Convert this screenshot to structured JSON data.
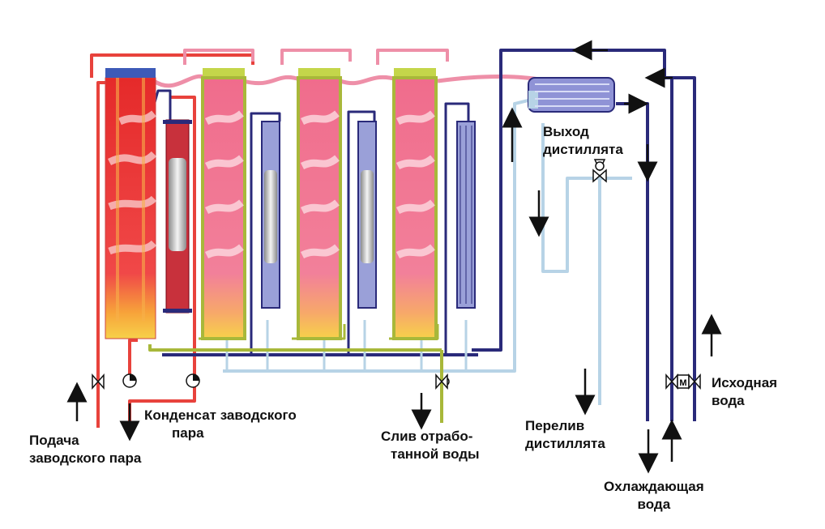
{
  "labels": {
    "feed_steam": {
      "line1": "Подача",
      "line2": "заводского пара"
    },
    "condensate": {
      "line1": "Конденсат заводского",
      "line2": "пара"
    },
    "waste_drain": {
      "line1": "Слив отрабо-",
      "line2": "танной воды"
    },
    "distillate_out": {
      "line1": "Выход",
      "line2": "дистиллята"
    },
    "distillate_over": {
      "line1": "Перелив",
      "line2": "дистиллята"
    },
    "cooling_water": {
      "line1": "Охлаждающая",
      "line2": "вода"
    },
    "feed_water": {
      "line1": "Исходная",
      "line2": "вода"
    },
    "motor_valve_mark": "M"
  },
  "colors": {
    "steam": "#e8423c",
    "condensate_pink": "#e87c9a",
    "pink_pipe": "#ee8fa8",
    "cooling": "#2a2a7a",
    "distillate": "#b7d3e6",
    "waste": "#a8b83a",
    "column_top_yellowgreen": "#c4d64a",
    "column_top_blue": "#3d5ab8",
    "heater_glow": "#f7c93a"
  },
  "icons": [
    "valve-icon",
    "pump-icon",
    "motor-valve-icon",
    "three-way-valve-icon",
    "flow-arrow-icon"
  ]
}
